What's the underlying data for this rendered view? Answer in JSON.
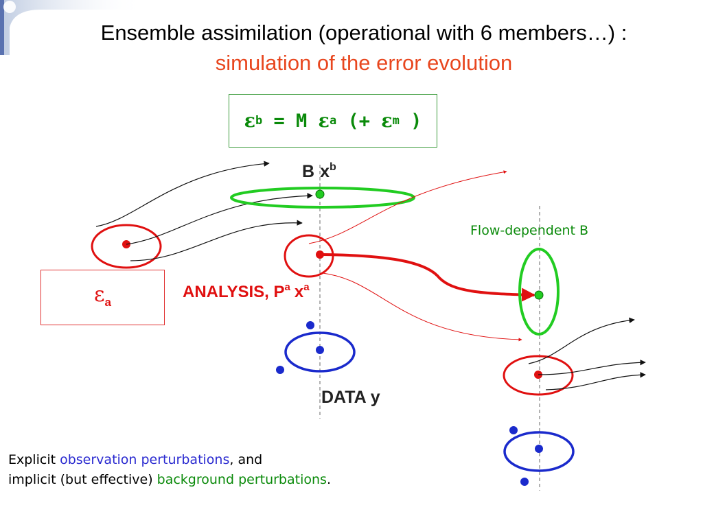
{
  "title": {
    "main": "Ensemble assimilation (operational with 6 members…) :",
    "sub": "simulation of the error evolution"
  },
  "equation": {
    "eps": "ε",
    "b": "b",
    "equals_m": " = M ",
    "a": "a",
    "plus": " (+ ",
    "m": "m",
    "close": " )"
  },
  "eps_a": {
    "eps": "ε",
    "sub": "a"
  },
  "flow_label": "Flow-dependent B",
  "labels": {
    "b": "B",
    "xb_base": "x",
    "xb_sup": "b",
    "analysis": "ANALYSIS, P",
    "analysis_sup": "a",
    "xa_base": "x",
    "xa_sup": "a",
    "data": "DATA y"
  },
  "caption": {
    "explicit": "Explicit ",
    "obs": "observation perturbations",
    "and": ", and",
    "implicit": "implicit (but effective) ",
    "bg": "background perturbations",
    "period": "."
  },
  "colors": {
    "title_sub": "#e8461e",
    "green": "#22cc22",
    "red": "#e01010",
    "blue": "#1a2acc",
    "eq_green": "#0a8a0a"
  }
}
